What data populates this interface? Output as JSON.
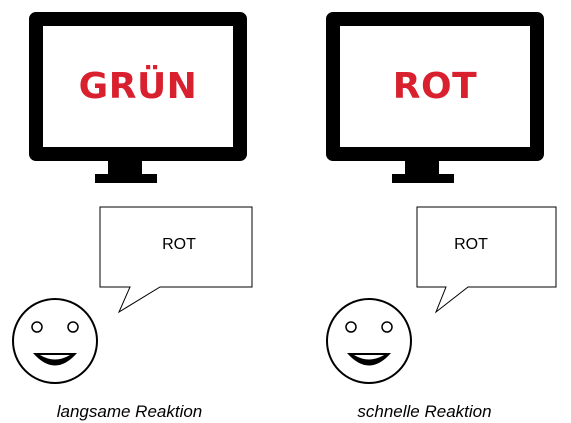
{
  "panels": [
    {
      "screen_word": "GRÜN",
      "speech": "ROT",
      "caption": "langsame Reaktion"
    },
    {
      "screen_word": "ROT",
      "speech": "ROT",
      "caption": "schnelle Reaktion"
    }
  ],
  "colors": {
    "word": "#d9202e",
    "outline": "#000000",
    "background": "#ffffff"
  },
  "icons": [
    "monitor-icon",
    "speech-bubble-icon",
    "smiley-face-icon"
  ]
}
